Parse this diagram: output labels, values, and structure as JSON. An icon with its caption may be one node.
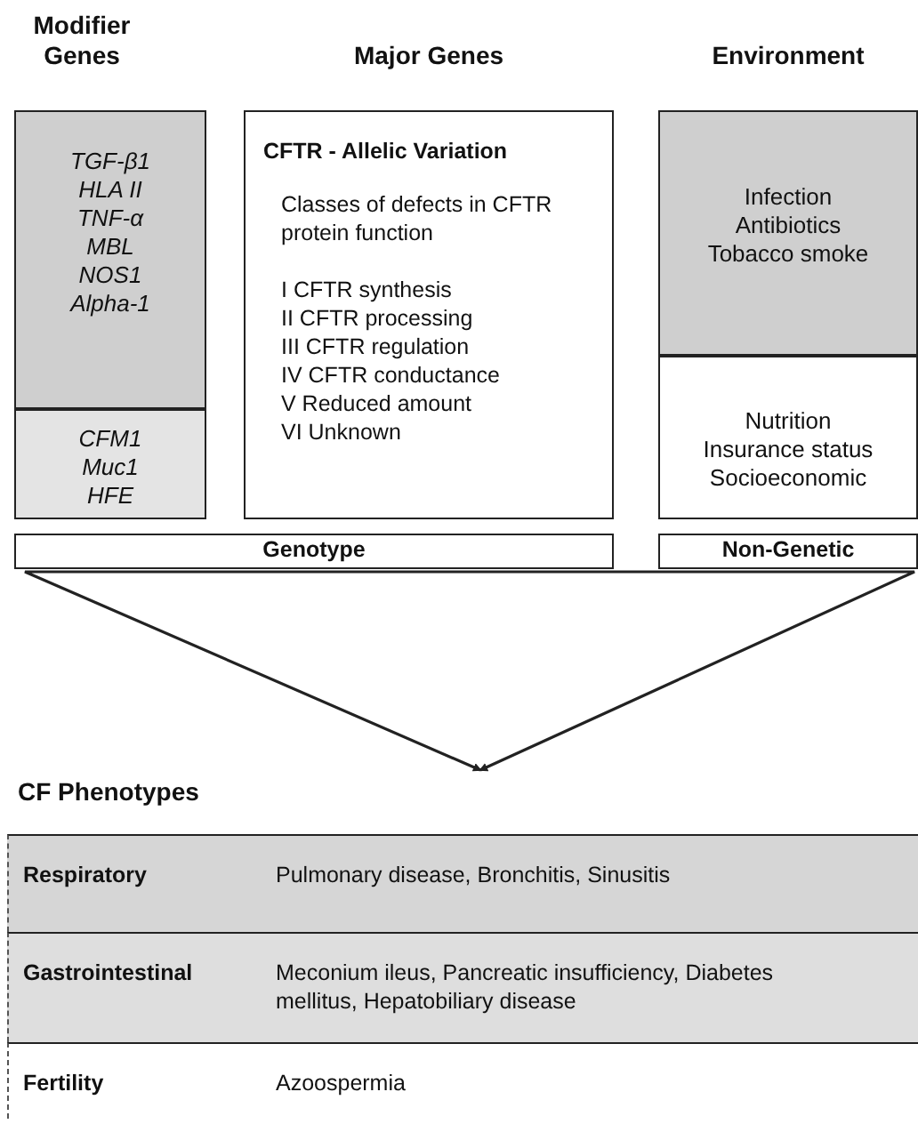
{
  "diagram": {
    "nodes": [
      {
        "text": [
          "TGF-β1",
          "HLA II",
          "TNF-α",
          "MBL",
          "NOS1",
          "Alpha-1"
        ]
      },
      {
        "text": [
          "CFM1",
          "Muc1",
          "HFE"
        ]
      },
      {
        "text": [
          "CFTR - Allelic Variation",
          "Classes of defects in CFTR protein function",
          "I CFTR synthesis",
          "II CFTR processing",
          "III CFTR regulation",
          "IV CFTR conductance",
          "V Reduced amount",
          "VI Unknown"
        ]
      },
      {
        "text": [
          "Infection",
          "Antibiotics",
          "Tobacco smoke"
        ]
      },
      {
        "text": [
          "Nutrition",
          "Insurance status",
          "Socioeconomic"
        ]
      },
      {
        "text": [
          "Genotype"
        ]
      },
      {
        "text": [
          "Non-Genetic"
        ]
      },
      {
        "text": [
          "CF Phenotypes"
        ]
      },
      {
        "text": [
          "Respiratory",
          "Pulmonary disease, Bronchitis, Sinusitis"
        ],
        "in": 7
      },
      {
        "text": [
          "Gastrointestinal",
          "Meconium ileus, Pancreatic insufficiency, Diabetes mellitus, Hepatobiliary disease"
        ],
        "in": 7
      },
      {
        "text": [
          "Fertility",
          "Azoospermia"
        ],
        "in": 7
      }
    ],
    "edges": [
      {
        "from": 5,
        "to": 7,
        "arrow": "to"
      },
      {
        "from": 6,
        "to": 7,
        "arrow": "to"
      }
    ],
    "labels": [
      "Modifier Genes",
      "Major Genes",
      "Environment"
    ]
  }
}
